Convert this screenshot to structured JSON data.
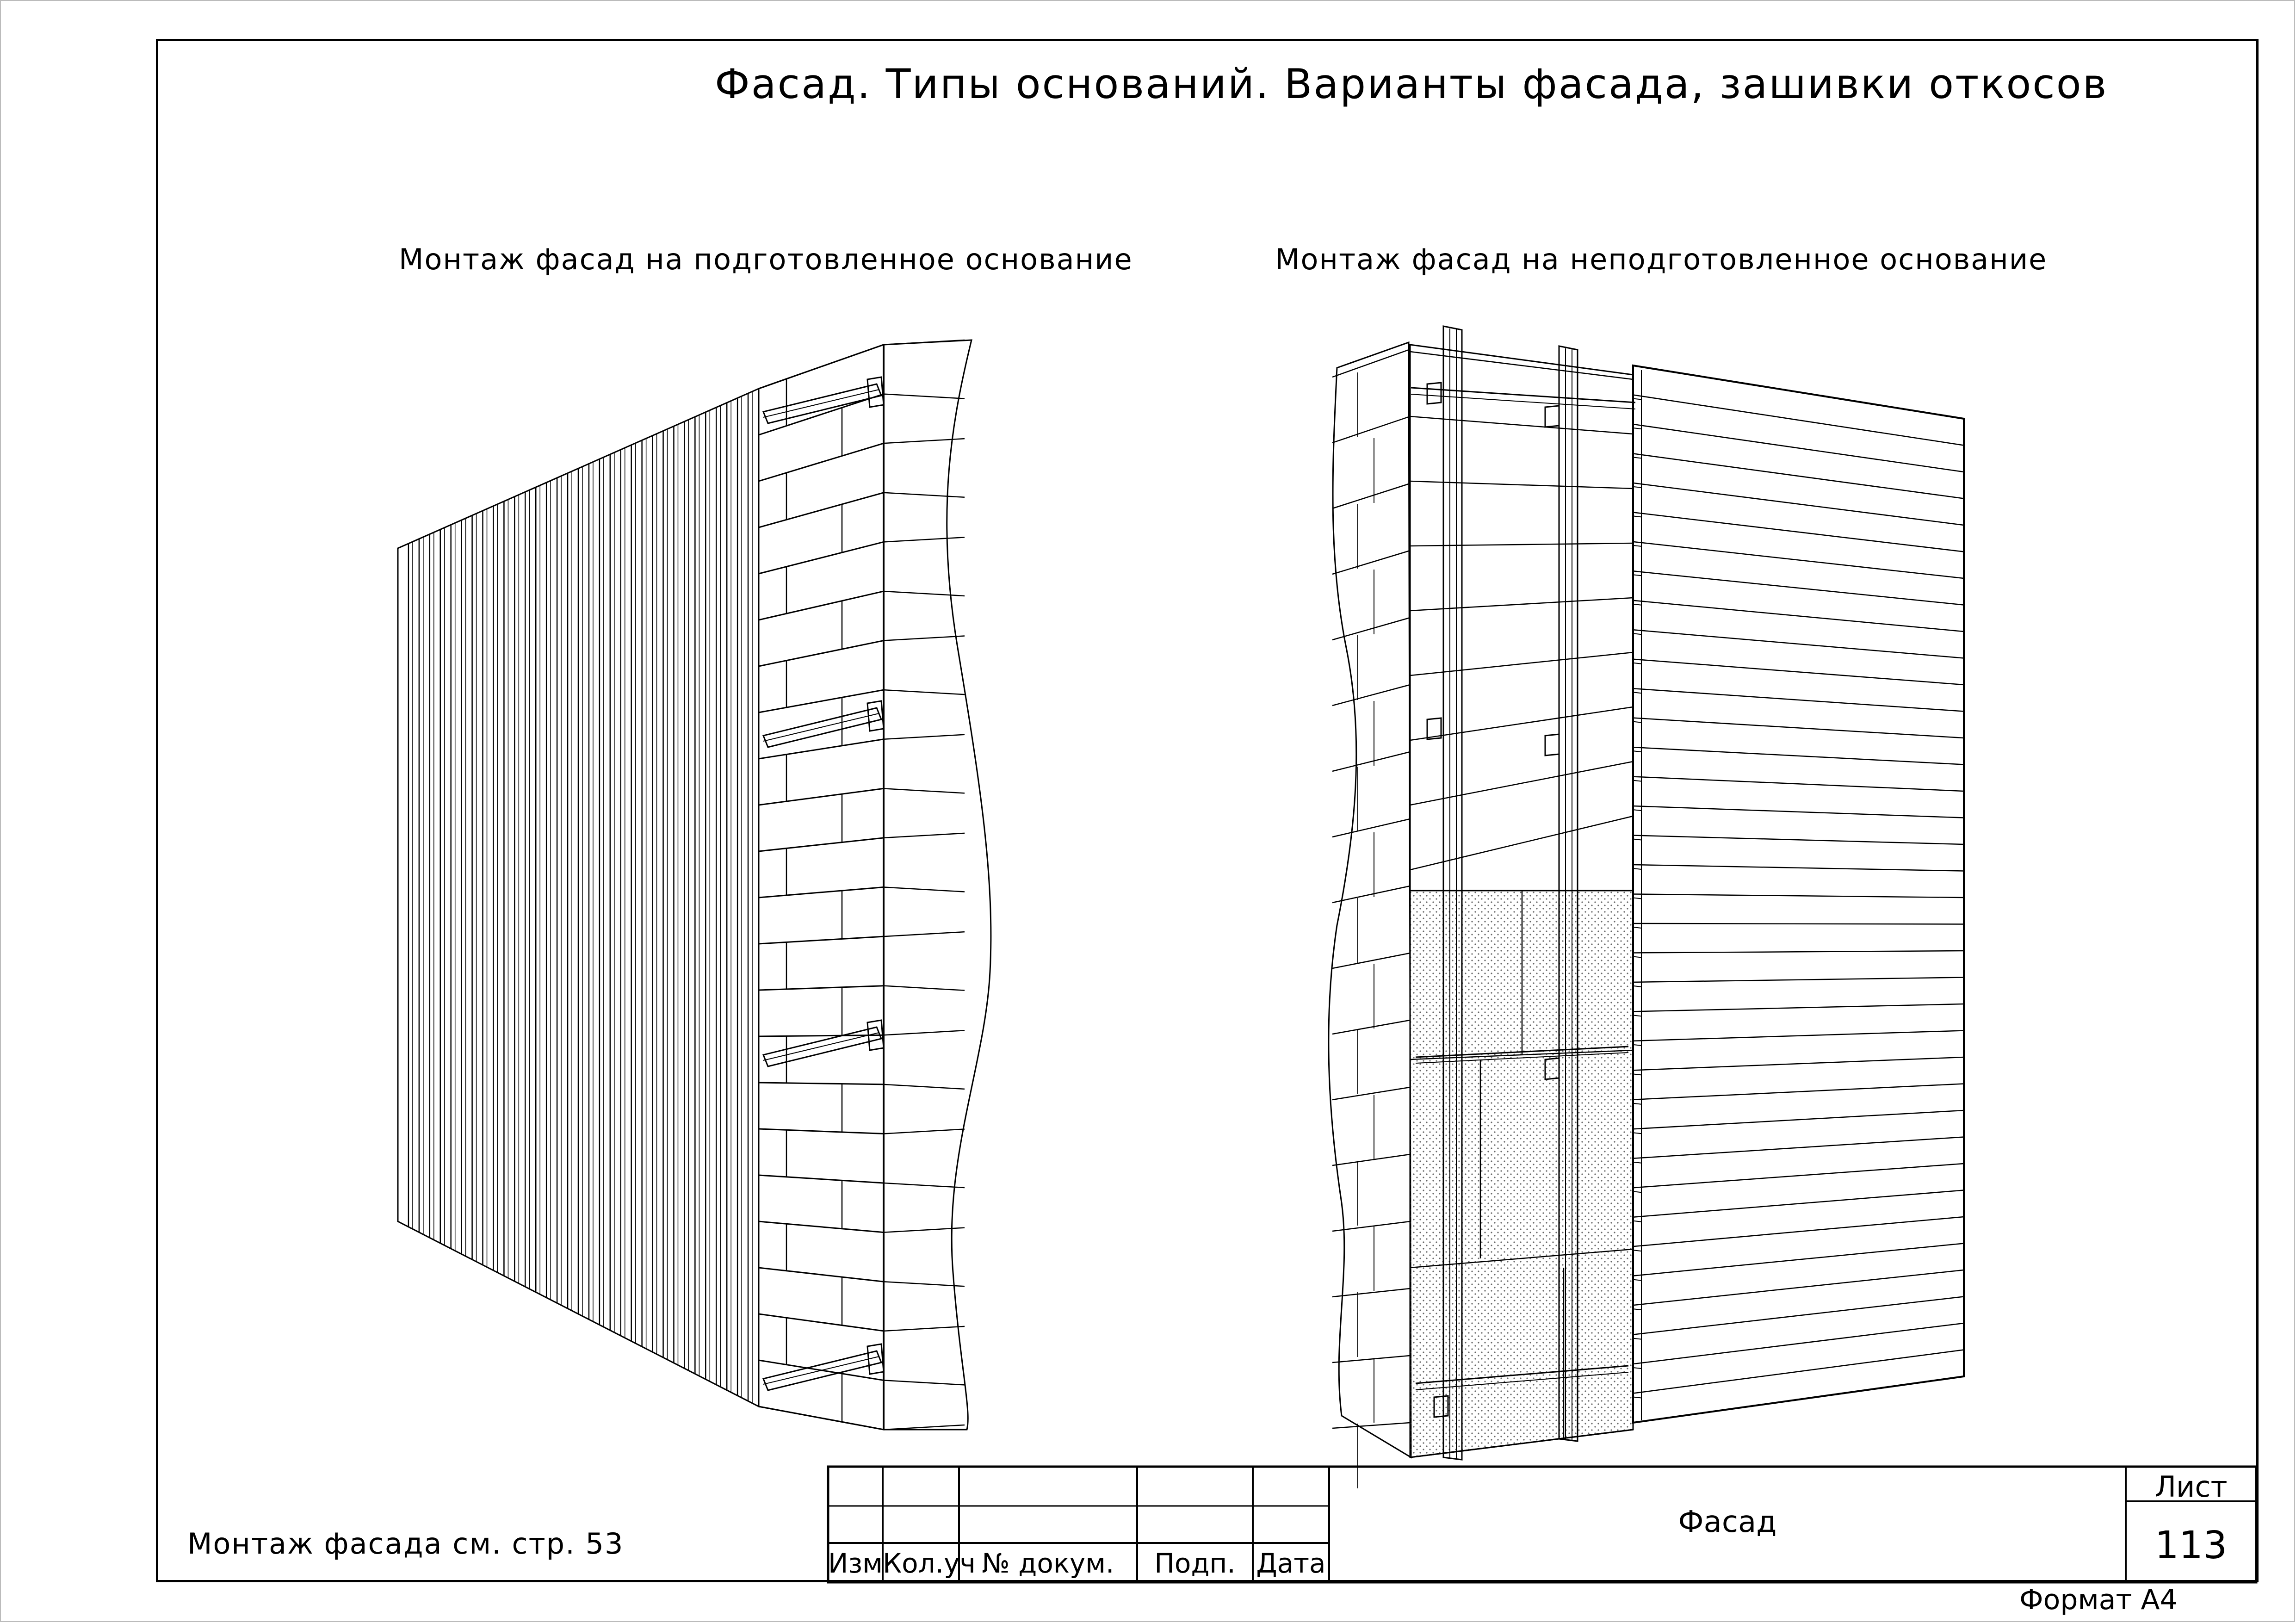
{
  "title": "Фасад. Типы оснований. Варианты фасада, зашивки откосов",
  "left_caption": "Монтаж фасад на подготовленное основание",
  "right_caption": "Монтаж фасад на неподготовленное основание",
  "note": "Монтаж фасада см. стр. 53",
  "format_label": "Формат А4",
  "title_block": {
    "col_izm": "Изм.",
    "col_kol": "Кол.уч",
    "col_doc": "№ докум.",
    "col_podp": "Подп.",
    "col_date": "Дата",
    "name": "Фасад",
    "sheet_label": "Лист",
    "sheet_number": "113"
  },
  "colors": {
    "line": "#000000",
    "paper": "#ffffff",
    "frame_outer": "#bbbbbb"
  }
}
